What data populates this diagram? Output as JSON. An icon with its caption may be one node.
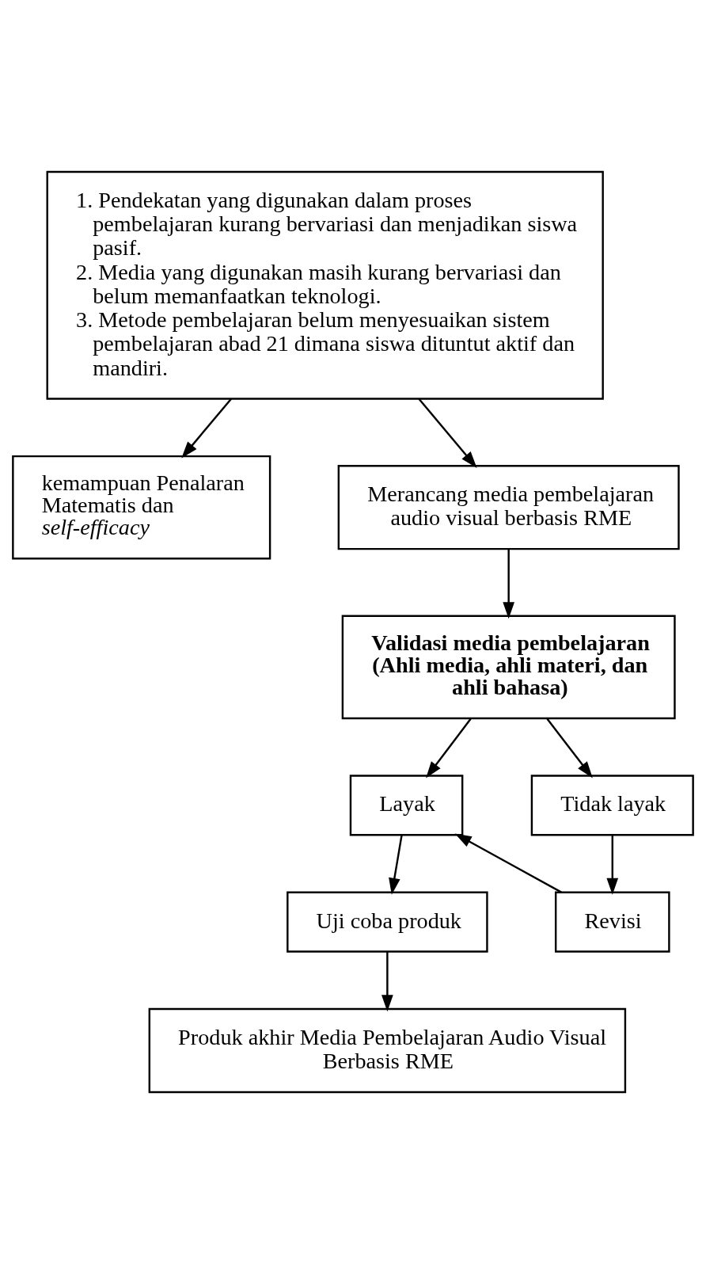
{
  "diagram": {
    "nodes": [
      {
        "text": [
          "1. Pendekatan yang digunakan dalam proses pembelajaran kurang bervariasi dan menjadikan siswa pasif.",
          "2. Media yang digunakan masih kurang bervariasi dan belum memanfaatkan teknologi.",
          "3. Metode pembelajaran belum menyesuaikan sistem pembelajaran abad 21 dimana siswa dituntut aktif dan mandiri."
        ]
      },
      {
        "text": [
          "kemampuan Penalaran Matematis dan *self-efficacy*"
        ]
      },
      {
        "text": [
          "Merancang media pembelajaran audio visual berbasis RME"
        ]
      },
      {
        "text": [
          "Validasi media pembelajaran (Ahli media, ahli materi, dan ahli bahasa)"
        ]
      },
      {
        "text": [
          "Layak"
        ]
      },
      {
        "text": [
          "Tidak layak"
        ]
      },
      {
        "text": [
          "Revisi"
        ]
      },
      {
        "text": [
          "Uji coba produk"
        ]
      },
      {
        "text": [
          "Produk akhir Media Pembelajaran Audio Visual Berbasis RME"
        ]
      }
    ],
    "edges": [
      {
        "from": 0,
        "to": 1,
        "arrow": "to"
      },
      {
        "from": 0,
        "to": 2,
        "arrow": "to"
      },
      {
        "from": 2,
        "to": 3,
        "arrow": "to"
      },
      {
        "from": 3,
        "to": 4,
        "arrow": "to"
      },
      {
        "from": 3,
        "to": 5,
        "arrow": "to"
      },
      {
        "from": 5,
        "to": 6,
        "arrow": "to"
      },
      {
        "from": 6,
        "to": 4,
        "arrow": "to"
      },
      {
        "from": 4,
        "to": 7,
        "arrow": "to"
      },
      {
        "from": 7,
        "to": 8,
        "arrow": "to"
      }
    ]
  }
}
